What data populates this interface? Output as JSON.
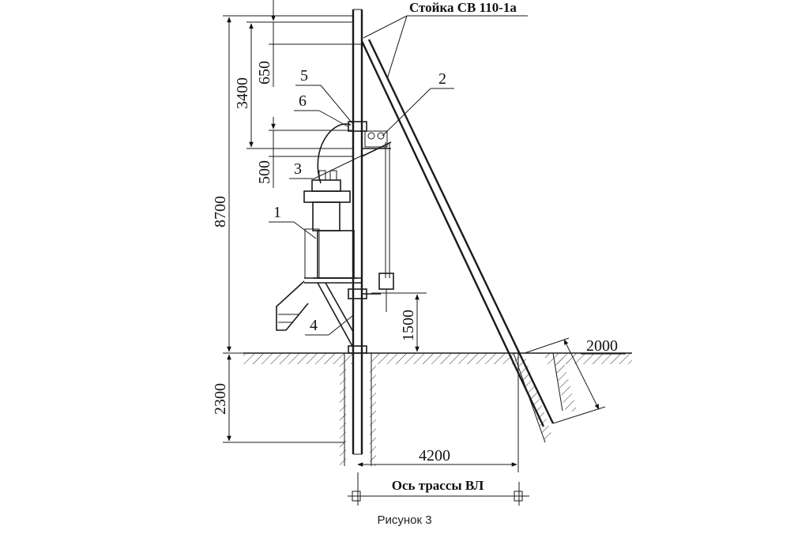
{
  "pole_title": "Стойка СВ 110-1а",
  "dimensions": {
    "total_height": "8700",
    "upper": "3400",
    "top_offset": "650",
    "bracket": "500",
    "lower": "1500",
    "embed_depth": "2300",
    "strut_length": "2000",
    "base_distance": "4200"
  },
  "labels": [
    "1",
    "2",
    "3",
    "4",
    "5",
    "6"
  ],
  "axis_label": "Ось трассы ВЛ",
  "caption": "Рисунок 3"
}
